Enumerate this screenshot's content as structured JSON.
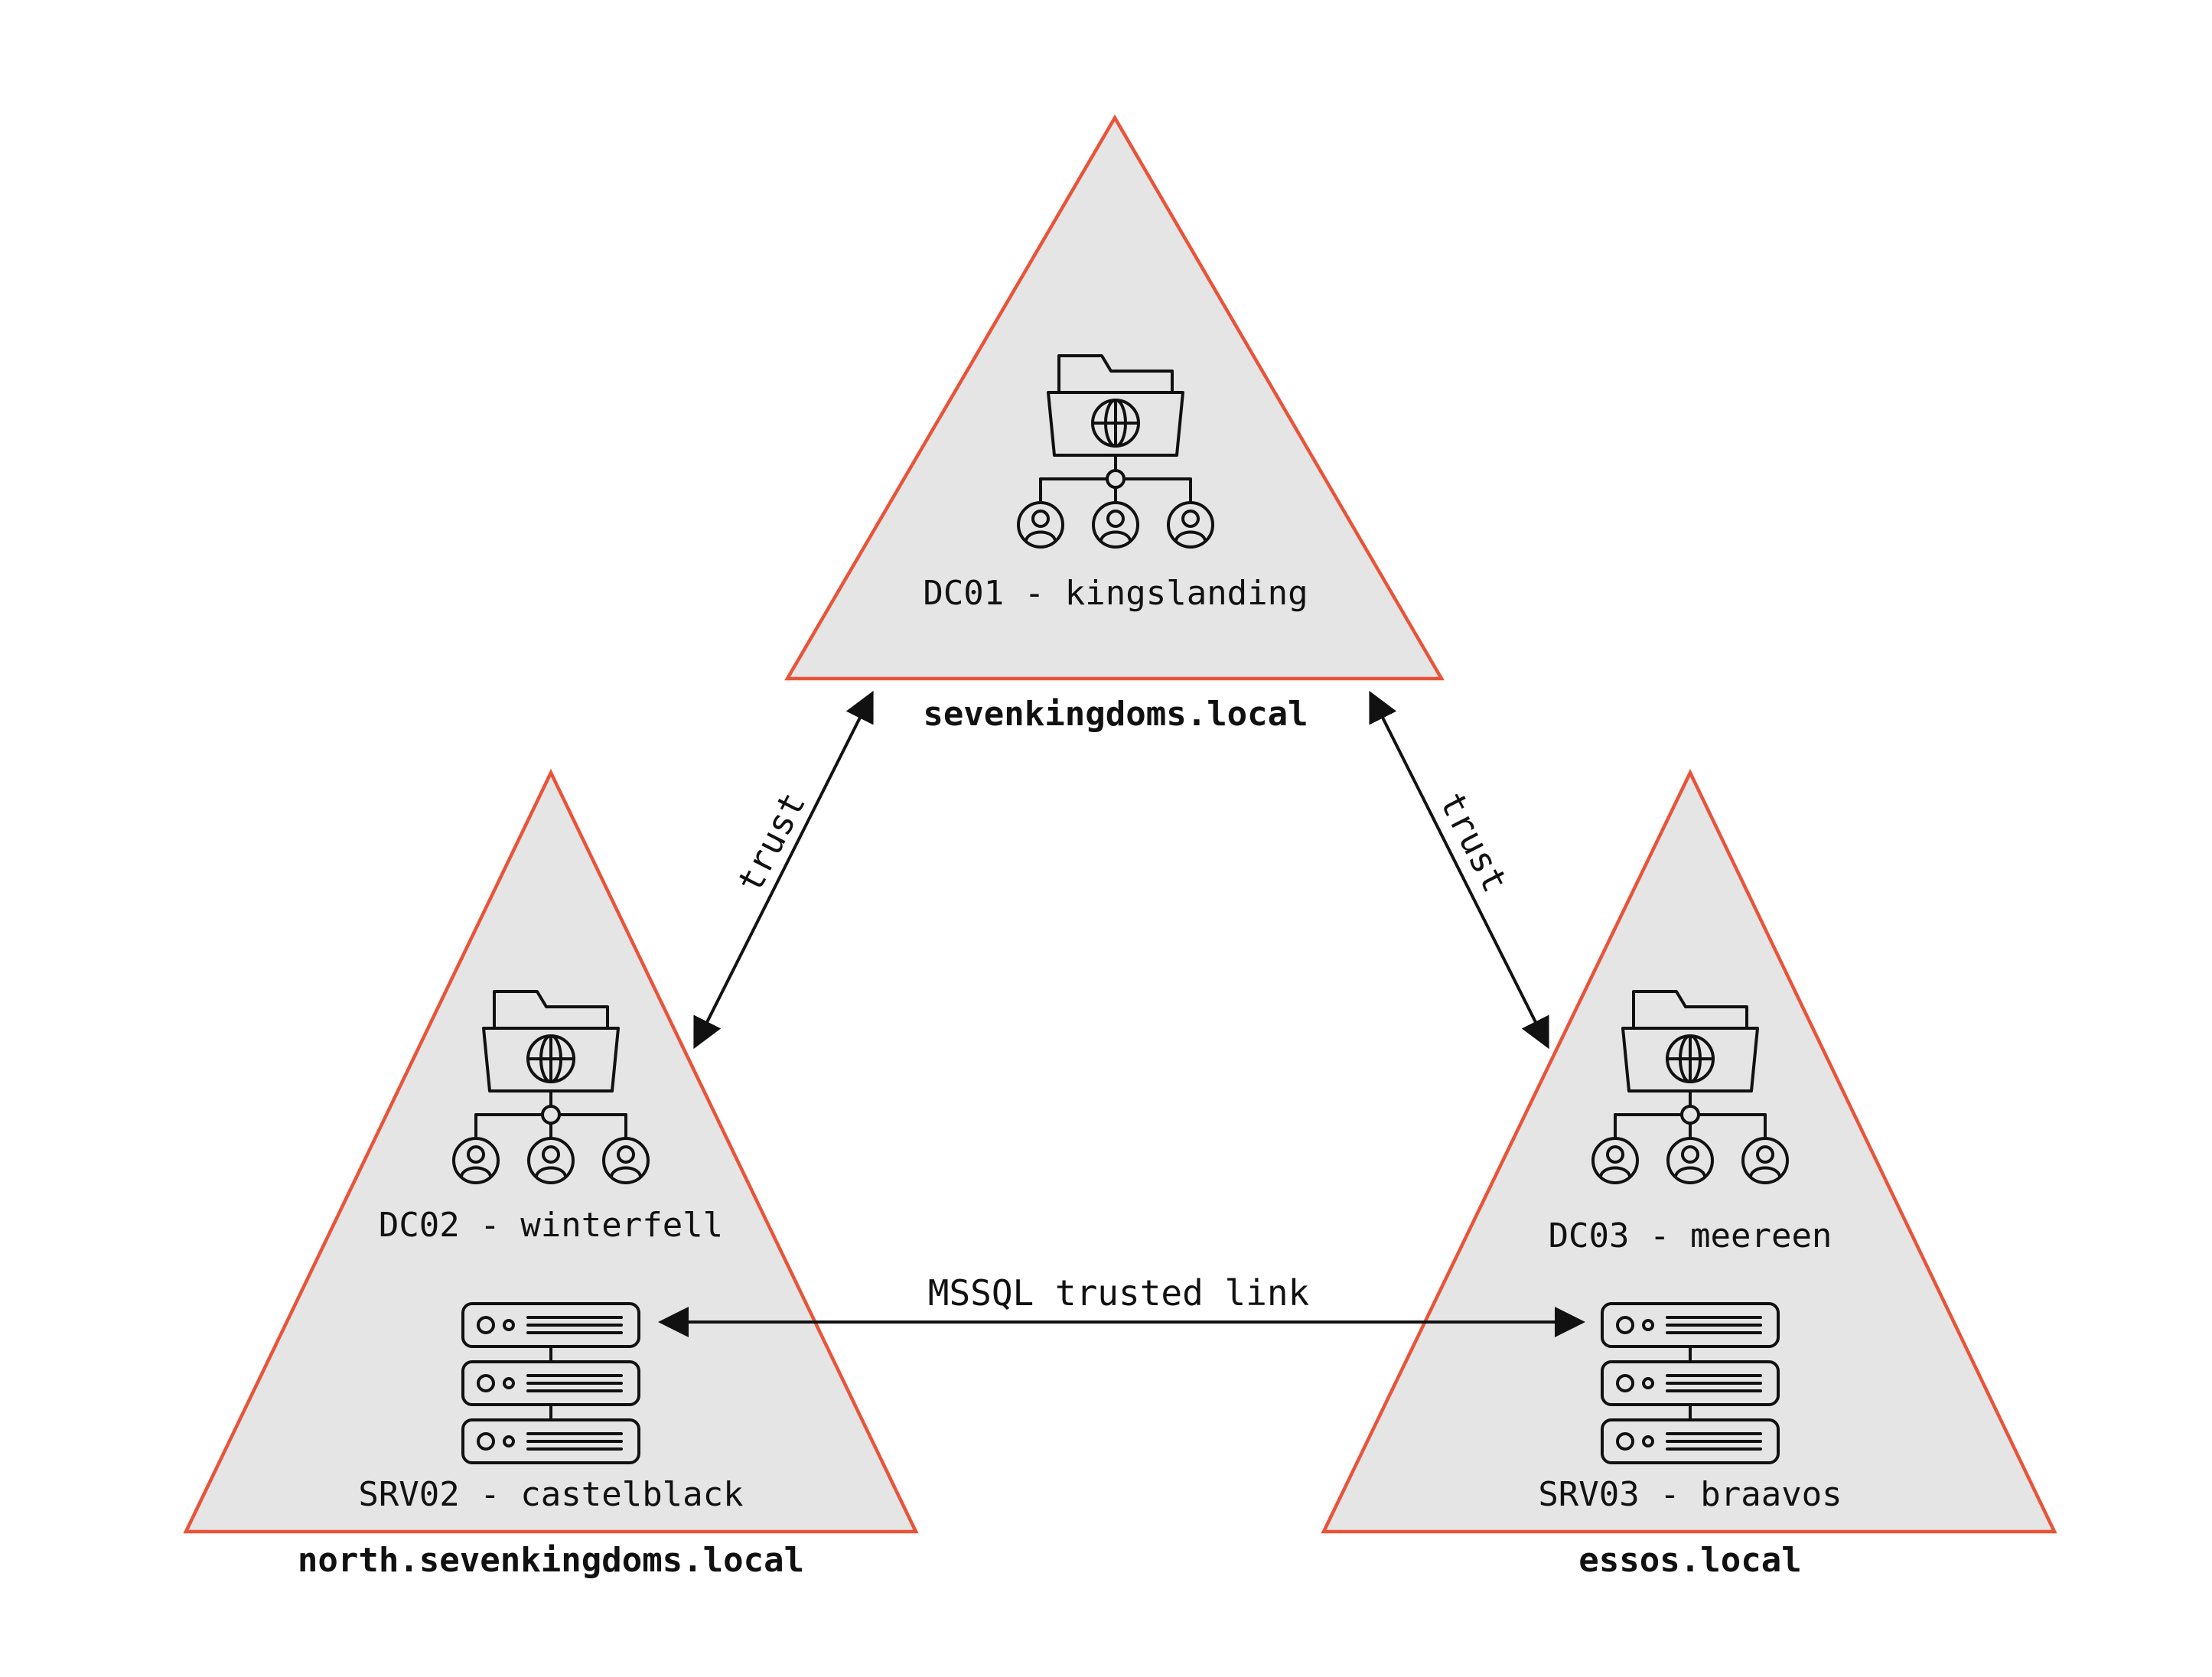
{
  "domains": {
    "root": {
      "name": "sevenkingdoms.local",
      "host": "DC01 - kingslanding",
      "host_icon": "domain-controller-icon"
    },
    "north": {
      "name": "north.sevenkingdoms.local",
      "host": "DC02 - winterfell",
      "host_icon": "domain-controller-icon",
      "server": "SRV02 - castelblack",
      "server_icon": "server-rack-icon"
    },
    "essos": {
      "name": "essos.local",
      "host": "DC03 - meereen",
      "host_icon": "domain-controller-icon",
      "server": "SRV03 - braavos",
      "server_icon": "server-rack-icon"
    }
  },
  "links": {
    "trust_left": "trust",
    "trust_right": "trust",
    "mssql": "MSSQL trusted link"
  },
  "colors": {
    "triangle_stroke": "#e8543a",
    "triangle_fill": "#e5e5e5",
    "ink": "#111111"
  }
}
